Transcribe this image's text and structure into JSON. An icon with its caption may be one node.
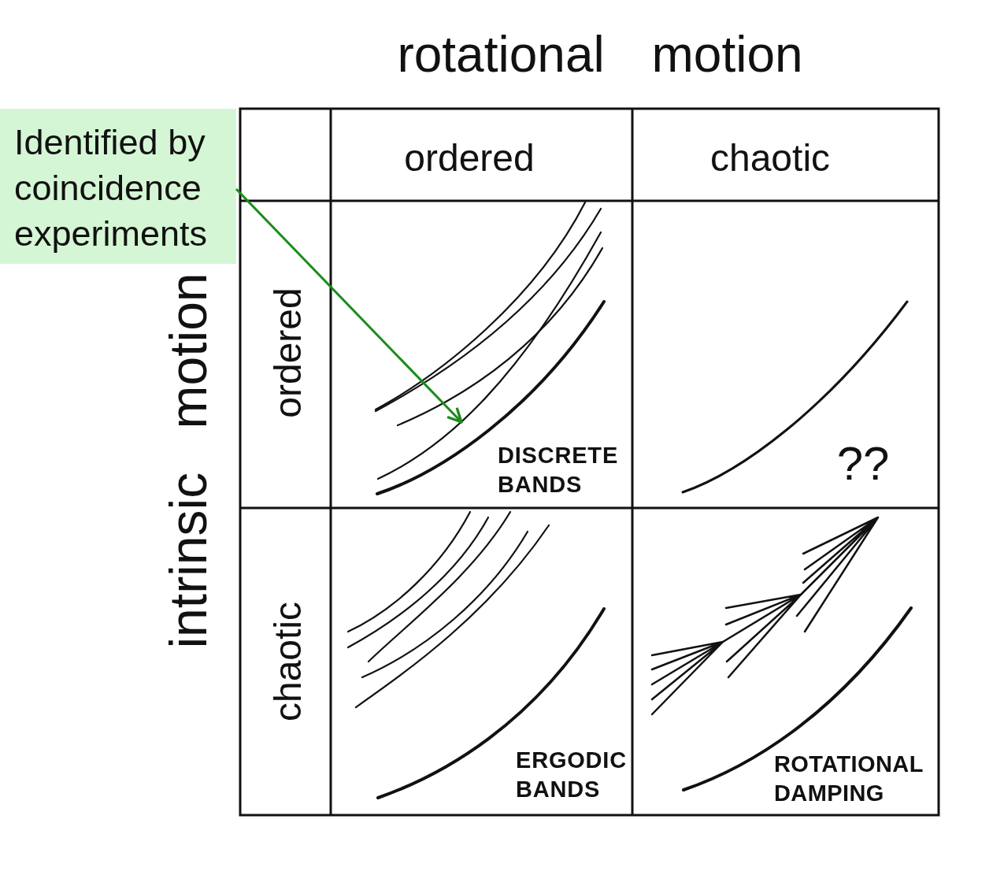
{
  "diagram": {
    "nodes": [
      {
        "text": [
          "Identified by coincidence experiments"
        ]
      },
      {
        "text": [],
        "shape": "line"
      }
    ],
    "edges": [
      {
        "from": 0,
        "to": 1,
        "arrow": "to"
      }
    ],
    "labels": [
      "rotational motion",
      "ordered",
      "chaotic",
      "intrinsic motion",
      "ordered",
      "DISCRETE BANDS",
      "??",
      "chaotic",
      "ERGODIC BANDS",
      "ROTATIONAL DAMPING"
    ]
  }
}
